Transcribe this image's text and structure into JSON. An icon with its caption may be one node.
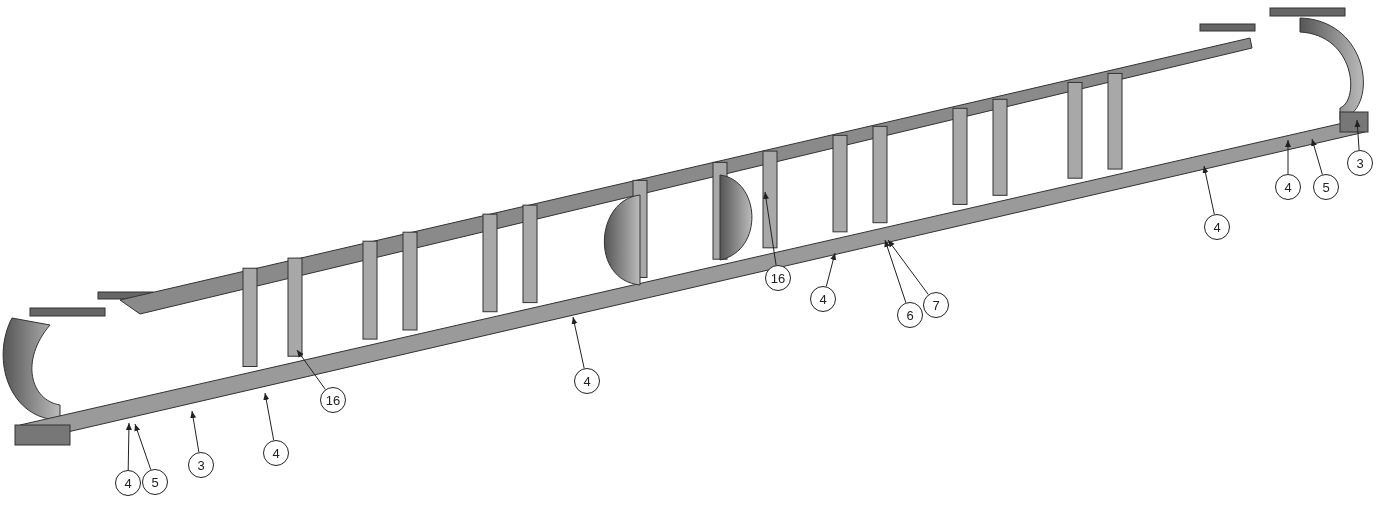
{
  "diagram": {
    "nodes": [
      {
        "text": [
          "3"
        ]
      },
      {
        "text": [
          "4"
        ]
      },
      {
        "text": [
          "5"
        ]
      },
      {
        "text": [
          "4"
        ]
      },
      {
        "text": [
          "16"
        ]
      },
      {
        "text": [
          "4"
        ]
      },
      {
        "text": [
          "7"
        ]
      },
      {
        "text": [
          "6"
        ]
      },
      {
        "text": [
          "4"
        ]
      },
      {
        "text": [
          "16"
        ]
      },
      {
        "text": [
          "4"
        ]
      },
      {
        "text": [
          "3"
        ]
      },
      {
        "text": [
          "4"
        ]
      },
      {
        "text": [
          "5"
        ]
      }
    ],
    "edges": [
      {
        "from": 0,
        "to": null,
        "arrow": "to"
      },
      {
        "from": 1,
        "to": null,
        "arrow": "to"
      },
      {
        "from": 2,
        "to": null,
        "arrow": "to"
      },
      {
        "from": 3,
        "to": null,
        "arrow": "to"
      },
      {
        "from": 4,
        "to": null,
        "arrow": "to"
      },
      {
        "from": 5,
        "to": null,
        "arrow": "to"
      },
      {
        "from": 6,
        "to": null,
        "arrow": "to"
      },
      {
        "from": 7,
        "to": null,
        "arrow": "to"
      },
      {
        "from": 8,
        "to": null,
        "arrow": "to"
      },
      {
        "from": 9,
        "to": null,
        "arrow": "to"
      },
      {
        "from": 10,
        "to": null,
        "arrow": "to"
      },
      {
        "from": 11,
        "to": null,
        "arrow": "to"
      },
      {
        "from": 12,
        "to": null,
        "arrow": "to"
      },
      {
        "from": 13,
        "to": null,
        "arrow": "to"
      }
    ]
  }
}
